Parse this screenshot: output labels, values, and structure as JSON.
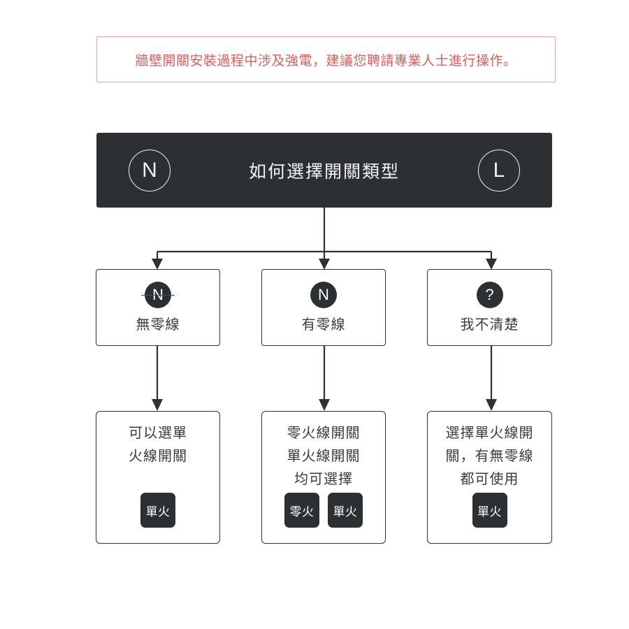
{
  "warning": {
    "text": "牆壁開關安裝過程中涉及強電，建議您聘請專業人士進行操作。",
    "border_color": "#e3a7a7",
    "text_color": "#e05c5c"
  },
  "header": {
    "title": "如何選擇開關類型",
    "left_terminal": "N",
    "right_terminal": "L",
    "background_color": "#2c3032",
    "text_color": "#f4f4f4"
  },
  "decisions": [
    {
      "icon_glyph": "N",
      "icon_struck": true,
      "label": "無零線"
    },
    {
      "icon_glyph": "N",
      "icon_struck": false,
      "label": "有零線"
    },
    {
      "icon_glyph": "?",
      "icon_struck": false,
      "label": "我不清楚"
    }
  ],
  "results": [
    {
      "lines": [
        "可以選單",
        "火線開關"
      ],
      "badges": [
        "單火"
      ]
    },
    {
      "lines": [
        "零火線開關",
        "單火線開關",
        "均可選擇"
      ],
      "badges": [
        "零火",
        "單火"
      ]
    },
    {
      "lines": [
        "選擇單火線開",
        "關，有無零線",
        "都可使用"
      ],
      "badges": [
        "單火"
      ]
    }
  ],
  "icons": {
    "circle_n": "circle-n-icon",
    "circle_l": "circle-l-icon",
    "question": "question-mark-icon",
    "no_neutral": "n-struck-through-icon"
  },
  "colors": {
    "dark": "#2c3032",
    "border": "#2f3234",
    "text": "#3a3a3a",
    "background": "#ffffff"
  }
}
